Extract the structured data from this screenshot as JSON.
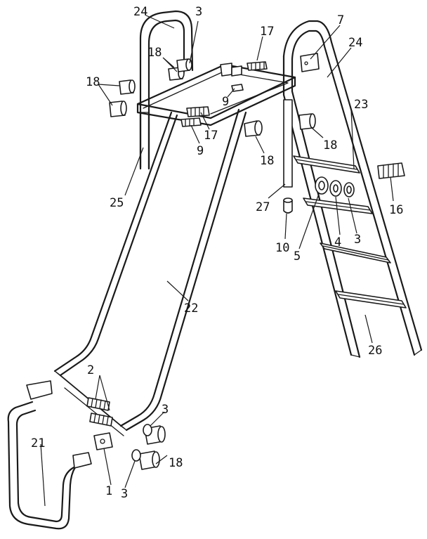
{
  "callouts": {
    "c24a": "24",
    "c3a": "3",
    "c17a": "17",
    "c7": "7",
    "c24b": "24",
    "c18a": "18",
    "c18b": "18",
    "c9a": "9",
    "c23": "23",
    "c17b": "17",
    "c9b": "9",
    "c18c": "18",
    "c18d": "18",
    "c25": "25",
    "c16": "16",
    "c27": "27",
    "c4": "4",
    "c3b": "3",
    "c10": "10",
    "c5": "5",
    "c22": "22",
    "c26": "26",
    "c2": "2",
    "c3c": "3",
    "c21": "21",
    "c18e": "18",
    "c1": "1",
    "c3d": "3"
  }
}
